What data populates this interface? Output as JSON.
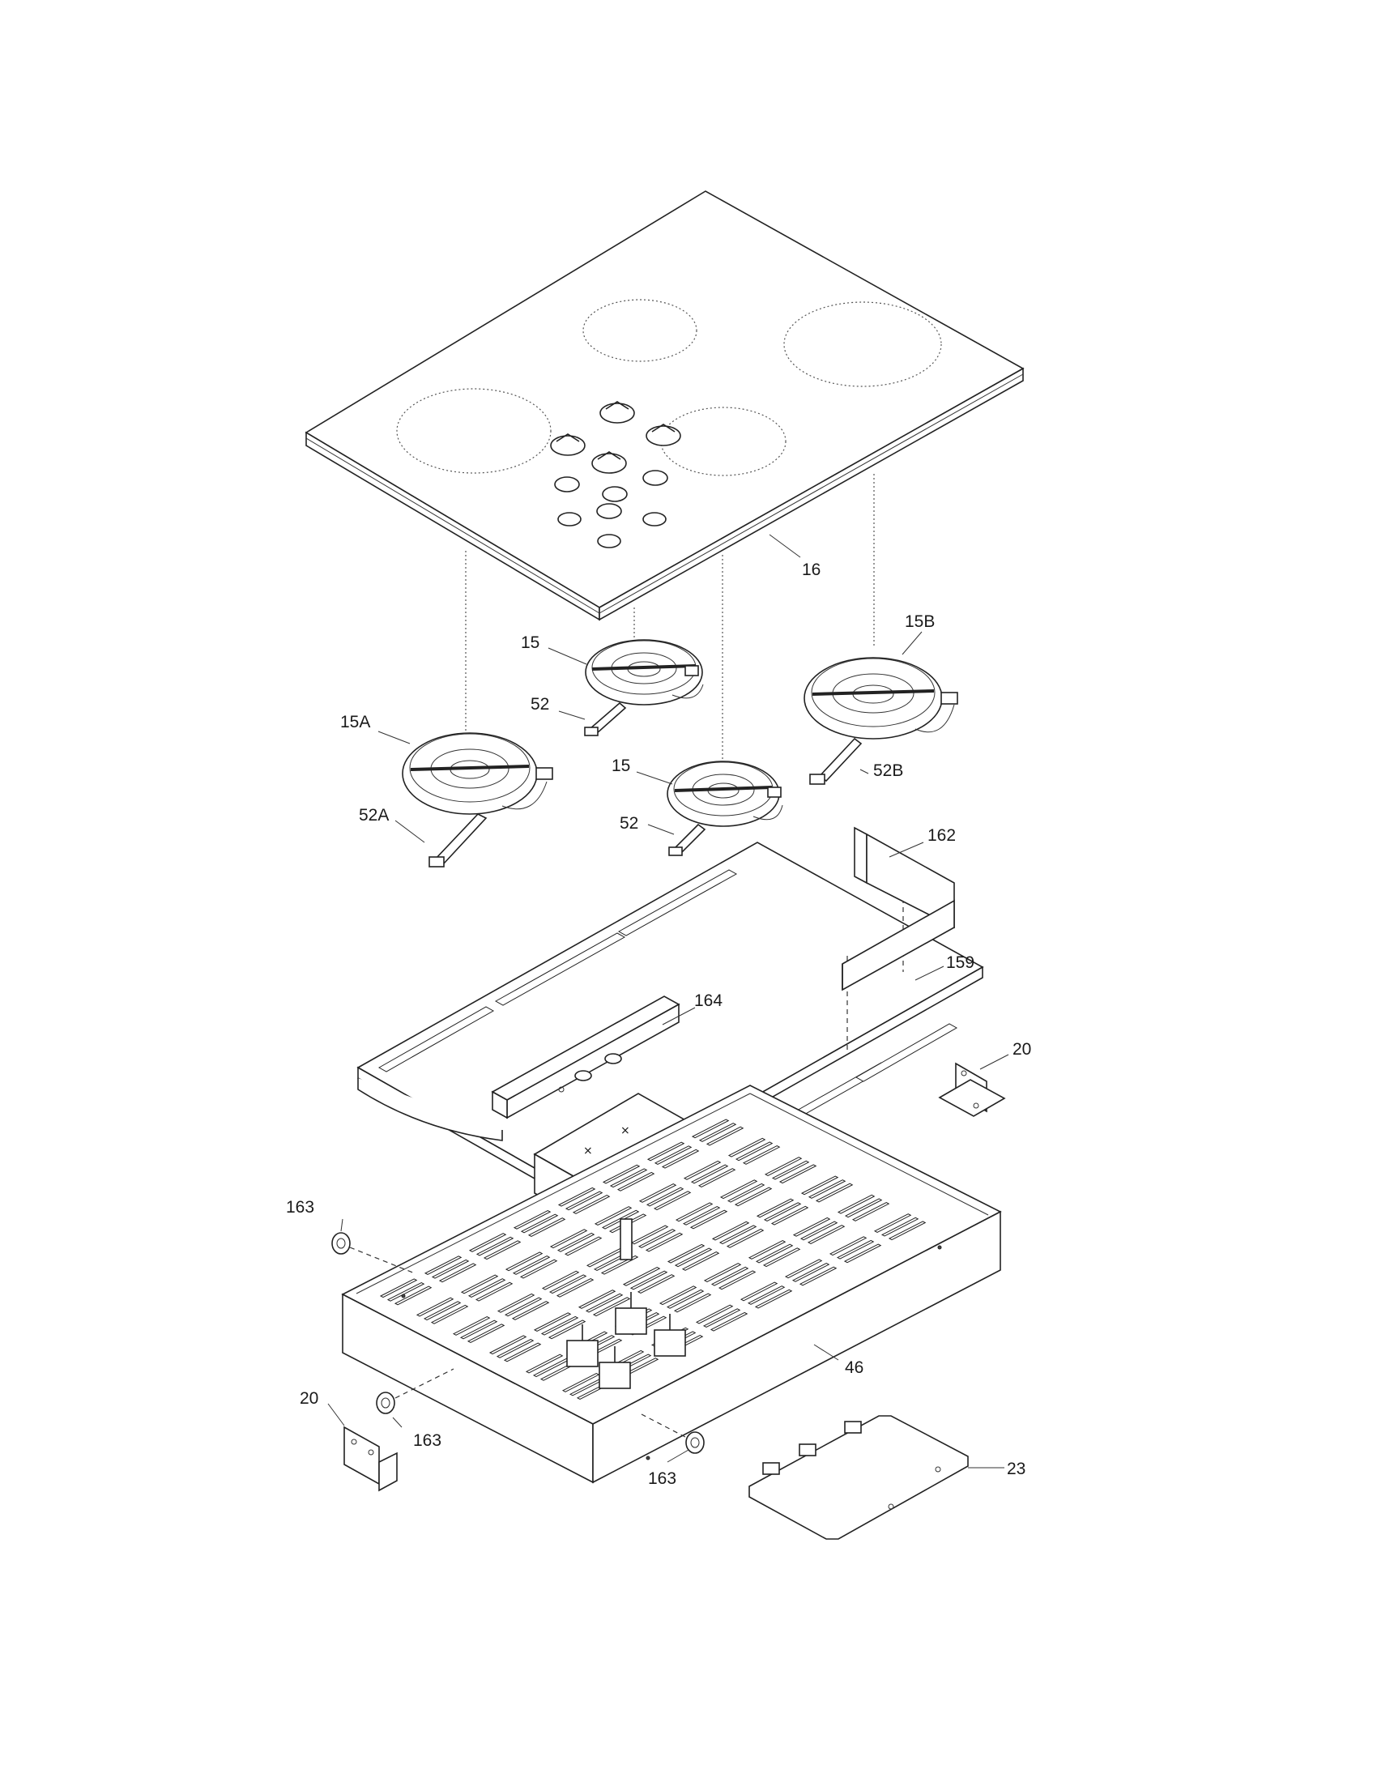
{
  "labels": {
    "cooktop_top": "16",
    "element_rear_small": "15",
    "element_front_small": "15",
    "element_left_front": "15A",
    "element_right_rear": "15B",
    "bracket_rear_small": "52",
    "bracket_front_small": "52",
    "bracket_left": "52A",
    "bracket_right": "52B",
    "shield_right": "162",
    "heat_shield": "159",
    "control_bracket": "164",
    "mount_bracket_right": "20",
    "mount_bracket_left": "20",
    "bushing_top": "163",
    "bushing_bottom_left": "163",
    "bushing_bottom_mid": "163",
    "burner_box": "46",
    "bottom_cover": "23"
  }
}
